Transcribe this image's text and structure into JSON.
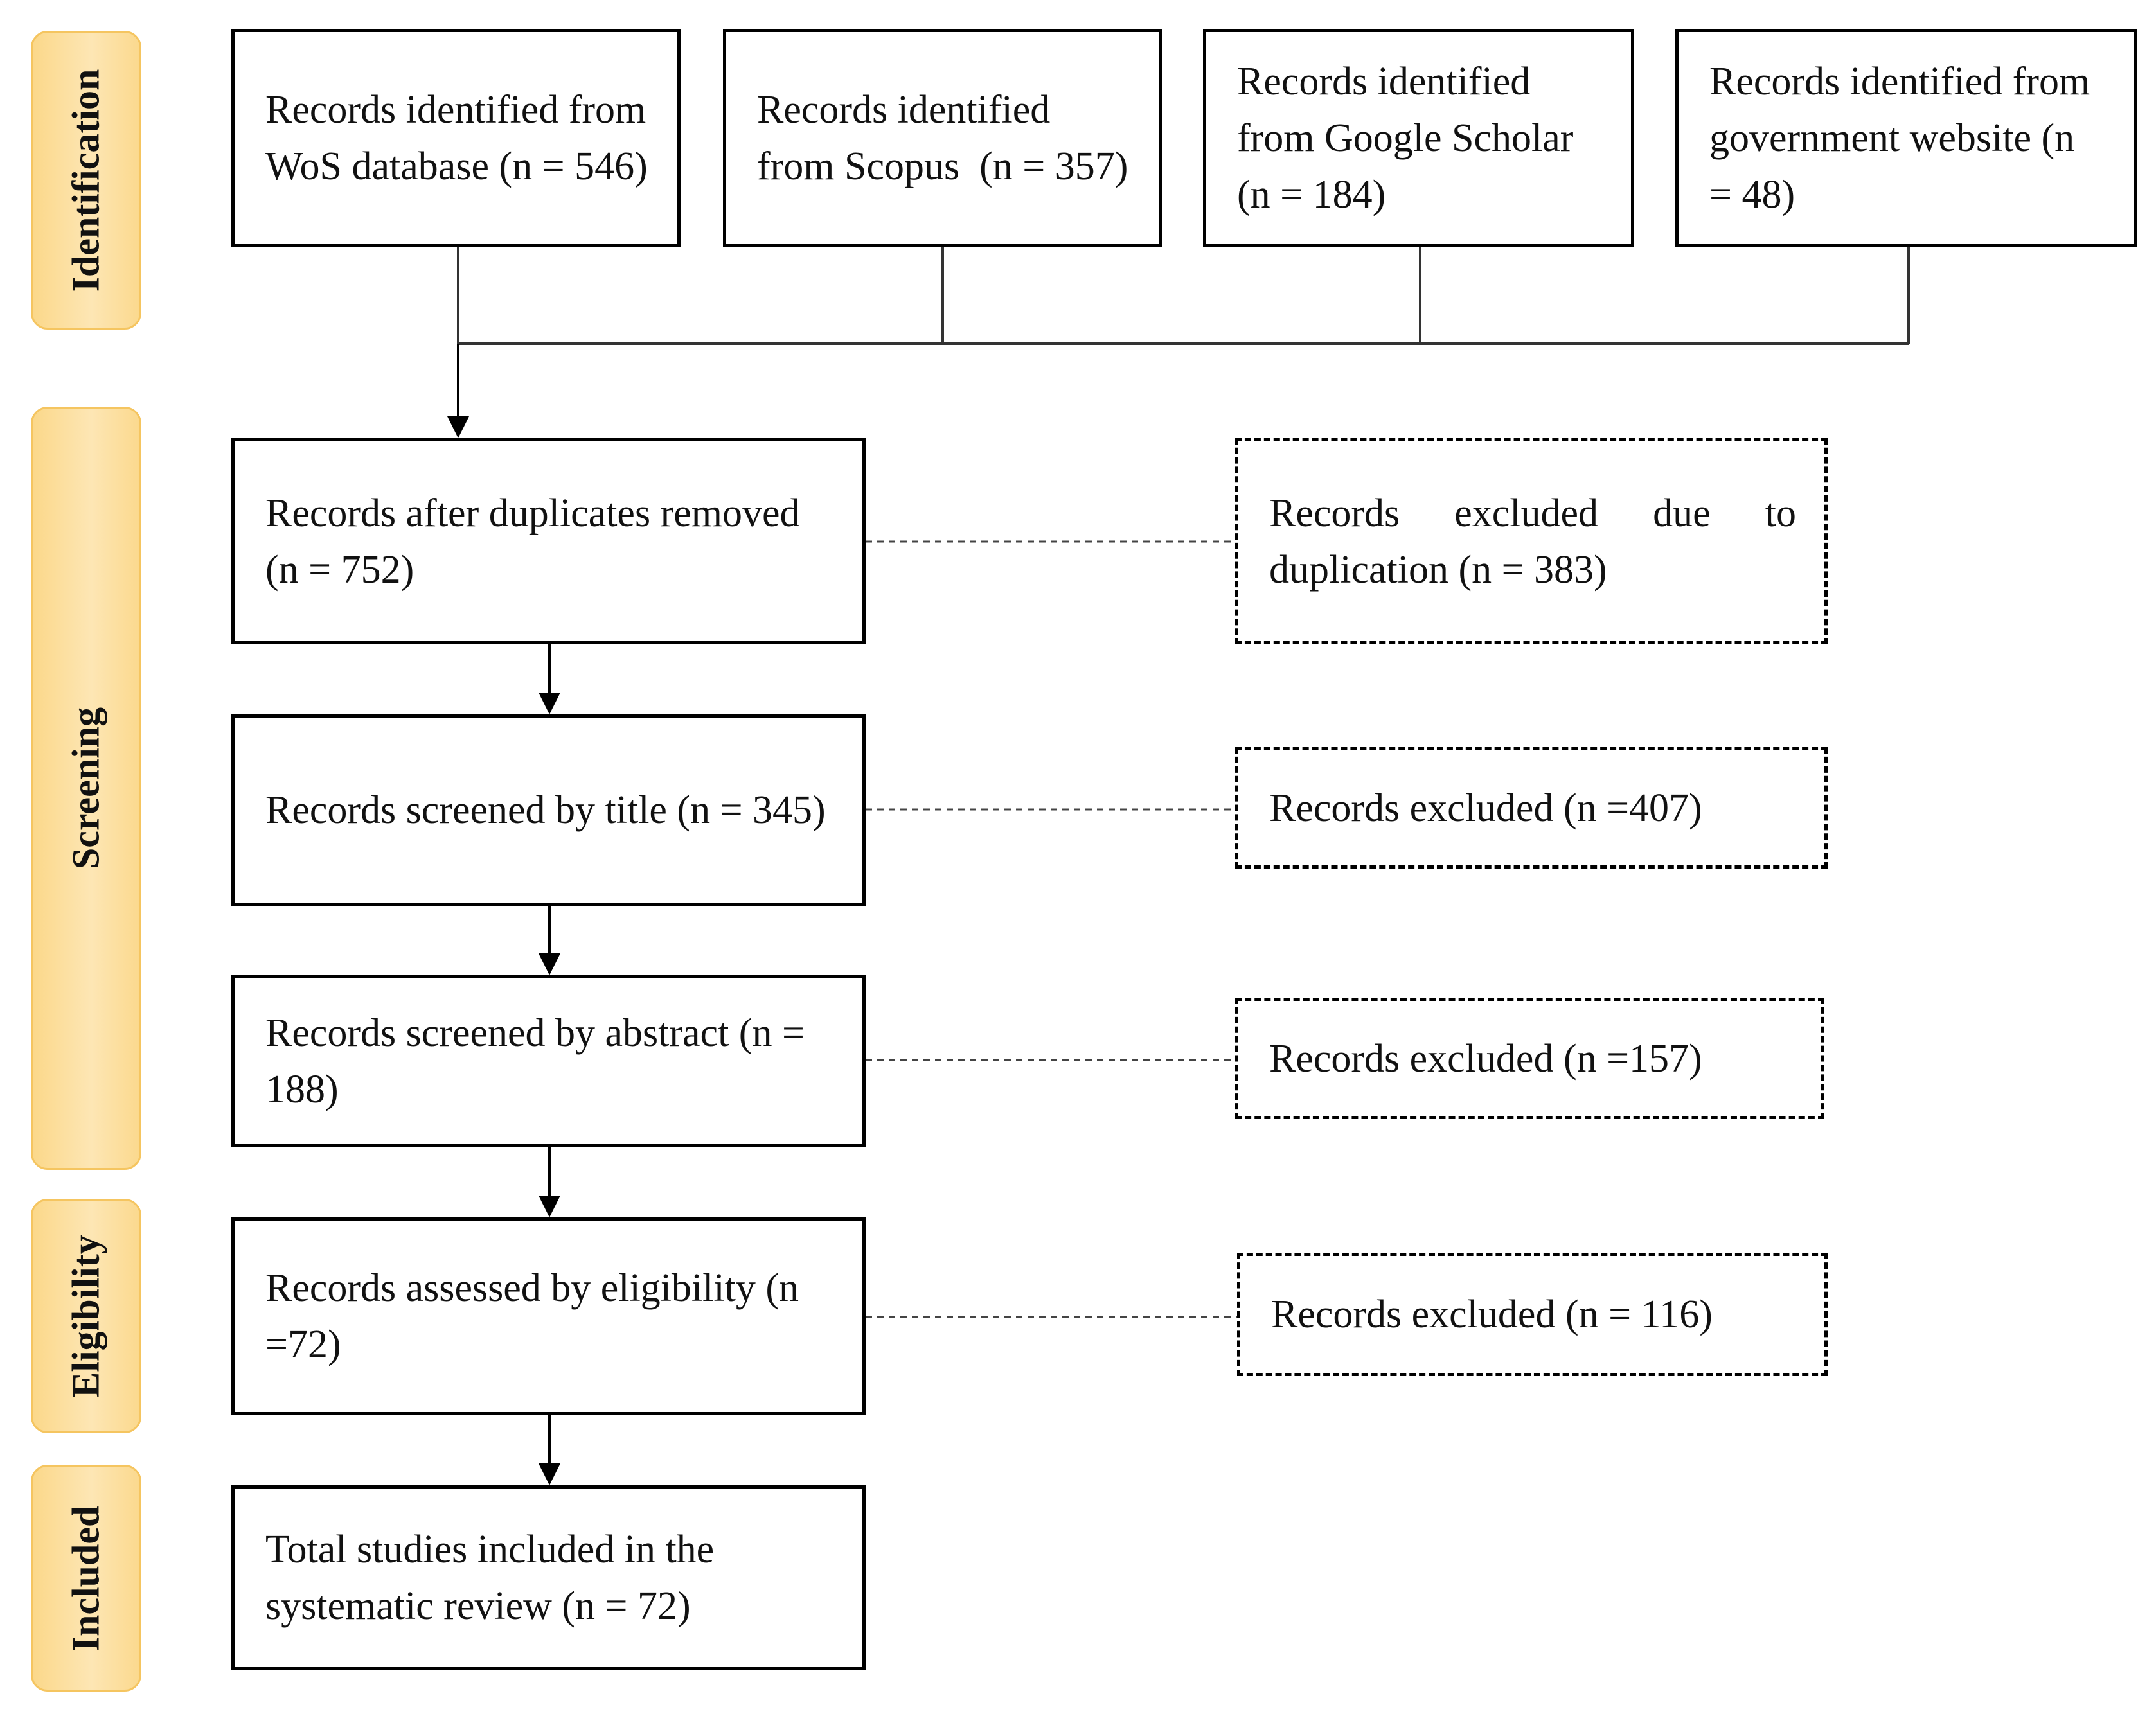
{
  "phases": {
    "identification": "Identification",
    "screening": "Screening",
    "eligibility": "Eligibility",
    "included": "Included"
  },
  "sources": [
    {
      "text": "Records identified from WoS database (n = 546)"
    },
    {
      "text": "Records identified from Scopus  (n = 357)"
    },
    {
      "text": "Records identified from Google Scholar (n = 184)"
    },
    {
      "text": "Records identified from government website (n = 48)"
    }
  ],
  "main_steps": [
    {
      "text": "Records after duplicates removed (n = 752)"
    },
    {
      "text": "Records screened by title (n = 345)"
    },
    {
      "text": "Records screened by abstract (n = 188)"
    },
    {
      "text": "Records assessed by eligibility (n =72)"
    },
    {
      "text": "Total studies included in the systematic review (n = 72)"
    }
  ],
  "exclusions": [
    {
      "text": "Records excluded due to duplication (n = 383)"
    },
    {
      "text": "Records excluded (n =407)"
    },
    {
      "text": "Records excluded (n =157)"
    },
    {
      "text": "Records excluded (n = 116)"
    }
  ]
}
